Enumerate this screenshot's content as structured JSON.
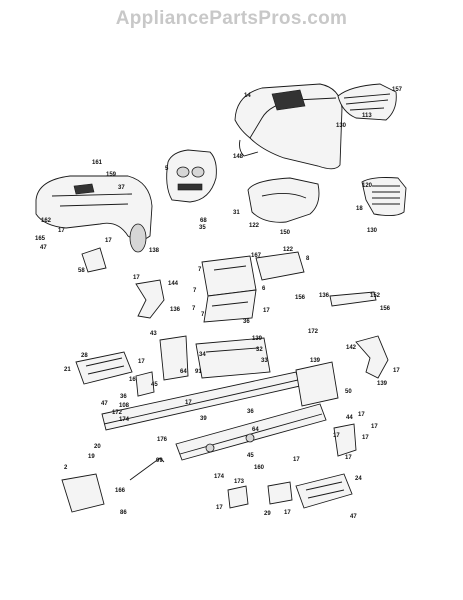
{
  "watermark": "AppliancePartsPros.com",
  "callouts": [
    {
      "id": "157",
      "text": "157"
    },
    {
      "id": "14",
      "text": "14"
    },
    {
      "id": "113",
      "text": "113"
    },
    {
      "id": "130a",
      "text": "130"
    },
    {
      "id": "148",
      "text": "148"
    },
    {
      "id": "161",
      "text": "161"
    },
    {
      "id": "159",
      "text": "159"
    },
    {
      "id": "37",
      "text": "37"
    },
    {
      "id": "5",
      "text": "5"
    },
    {
      "id": "120",
      "text": "120"
    },
    {
      "id": "18",
      "text": "18"
    },
    {
      "id": "130b",
      "text": "130"
    },
    {
      "id": "162",
      "text": "162"
    },
    {
      "id": "17a",
      "text": "17"
    },
    {
      "id": "165",
      "text": "165"
    },
    {
      "id": "47a",
      "text": "47"
    },
    {
      "id": "17b",
      "text": "17"
    },
    {
      "id": "138",
      "text": "138"
    },
    {
      "id": "58",
      "text": "58"
    },
    {
      "id": "68",
      "text": "68"
    },
    {
      "id": "35a",
      "text": "35"
    },
    {
      "id": "31",
      "text": "31"
    },
    {
      "id": "122a",
      "text": "122"
    },
    {
      "id": "150",
      "text": "150"
    },
    {
      "id": "122b",
      "text": "122"
    },
    {
      "id": "167",
      "text": "167"
    },
    {
      "id": "8",
      "text": "8"
    },
    {
      "id": "7a",
      "text": "7"
    },
    {
      "id": "17c",
      "text": "17"
    },
    {
      "id": "144",
      "text": "144"
    },
    {
      "id": "7b",
      "text": "7"
    },
    {
      "id": "6",
      "text": "6"
    },
    {
      "id": "156a",
      "text": "156"
    },
    {
      "id": "136a",
      "text": "136"
    },
    {
      "id": "152",
      "text": "152"
    },
    {
      "id": "136b",
      "text": "136"
    },
    {
      "id": "7c",
      "text": "7"
    },
    {
      "id": "7d",
      "text": "7"
    },
    {
      "id": "17d",
      "text": "17"
    },
    {
      "id": "156b",
      "text": "156"
    },
    {
      "id": "36a",
      "text": "36"
    },
    {
      "id": "43",
      "text": "43"
    },
    {
      "id": "172a",
      "text": "172"
    },
    {
      "id": "139a",
      "text": "139"
    },
    {
      "id": "32",
      "text": "32"
    },
    {
      "id": "142",
      "text": "142"
    },
    {
      "id": "34",
      "text": "34"
    },
    {
      "id": "33",
      "text": "33"
    },
    {
      "id": "139b",
      "text": "139"
    },
    {
      "id": "28",
      "text": "28"
    },
    {
      "id": "17e",
      "text": "17"
    },
    {
      "id": "21",
      "text": "21"
    },
    {
      "id": "64",
      "text": "64"
    },
    {
      "id": "91",
      "text": "91"
    },
    {
      "id": "16",
      "text": "16"
    },
    {
      "id": "17f",
      "text": "17"
    },
    {
      "id": "139c",
      "text": "139"
    },
    {
      "id": "45a",
      "text": "45"
    },
    {
      "id": "50",
      "text": "50"
    },
    {
      "id": "47b",
      "text": "47"
    },
    {
      "id": "36b",
      "text": "36"
    },
    {
      "id": "108",
      "text": "108"
    },
    {
      "id": "172b",
      "text": "172"
    },
    {
      "id": "174a",
      "text": "174"
    },
    {
      "id": "17g",
      "text": "17"
    },
    {
      "id": "39",
      "text": "39"
    },
    {
      "id": "36c",
      "text": "36"
    },
    {
      "id": "44",
      "text": "44"
    },
    {
      "id": "17h",
      "text": "17"
    },
    {
      "id": "17i",
      "text": "17"
    },
    {
      "id": "17j",
      "text": "17"
    },
    {
      "id": "17k",
      "text": "17"
    },
    {
      "id": "176",
      "text": "176"
    },
    {
      "id": "64b",
      "text": "64"
    },
    {
      "id": "45b",
      "text": "45"
    },
    {
      "id": "160",
      "text": "160"
    },
    {
      "id": "20",
      "text": "20"
    },
    {
      "id": "19",
      "text": "19"
    },
    {
      "id": "17l",
      "text": "17"
    },
    {
      "id": "99",
      "text": "99"
    },
    {
      "id": "174b",
      "text": "174"
    },
    {
      "id": "17m",
      "text": "17"
    },
    {
      "id": "2",
      "text": "2"
    },
    {
      "id": "173",
      "text": "173"
    },
    {
      "id": "24",
      "text": "24"
    },
    {
      "id": "166",
      "text": "166"
    },
    {
      "id": "86",
      "text": "86"
    },
    {
      "id": "17n",
      "text": "17"
    },
    {
      "id": "29",
      "text": "29"
    },
    {
      "id": "17o",
      "text": "17"
    },
    {
      "id": "47c",
      "text": "47"
    }
  ]
}
